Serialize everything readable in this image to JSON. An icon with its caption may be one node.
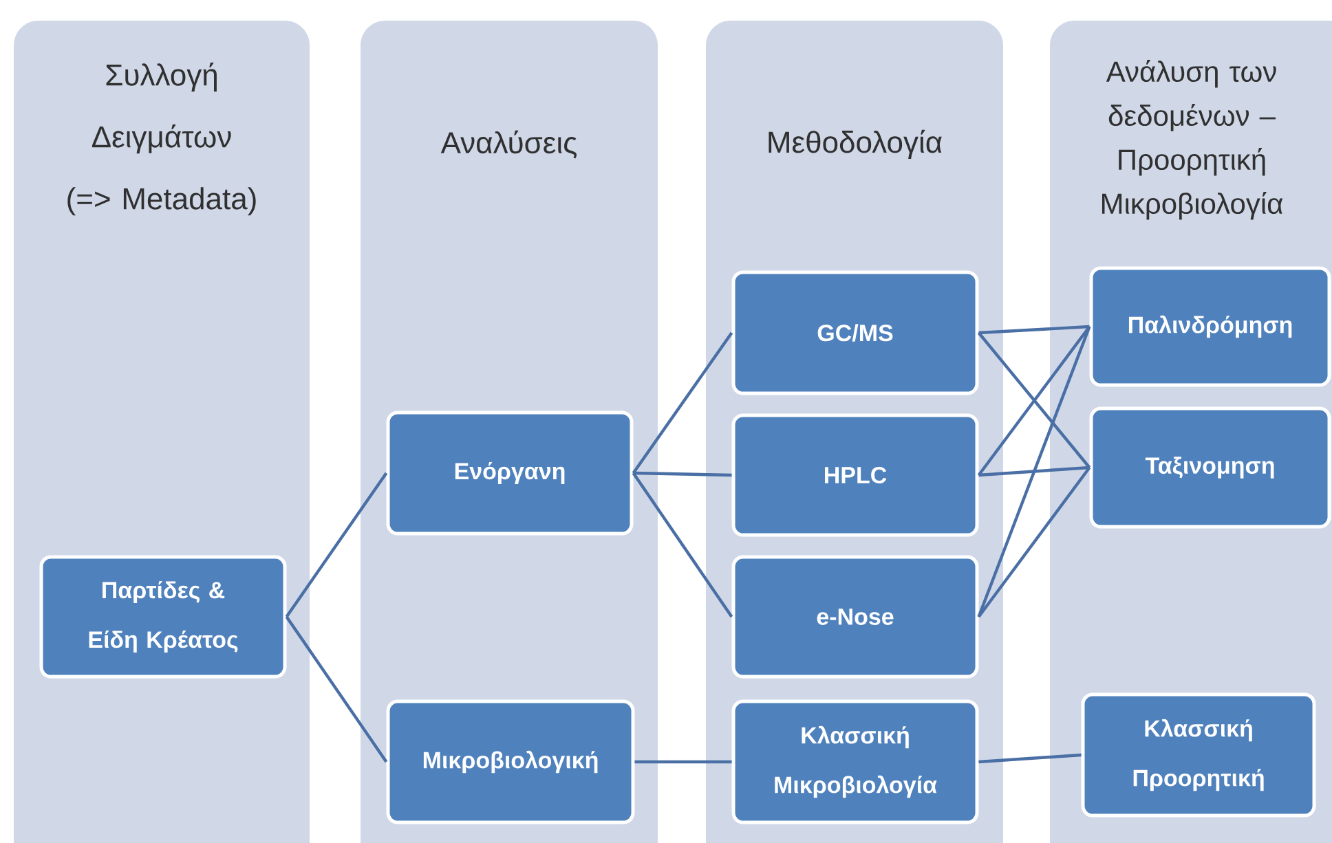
{
  "diagram": {
    "nodes": [
      {
        "text": [
          "Συλλογή Δειγμάτων (=> Metadata)"
        ]
      },
      {
        "text": [
          "Παρτίδες & Είδη Κρέατος"
        ],
        "in": 0
      },
      {
        "text": [
          "Αναλύσεις"
        ]
      },
      {
        "text": [
          "Ενόργανη"
        ],
        "in": 2
      },
      {
        "text": [
          "Μικροβιολογική"
        ],
        "in": 2
      },
      {
        "text": [
          "Μεθοδολογία"
        ]
      },
      {
        "text": [
          "GC/MS"
        ],
        "in": 5
      },
      {
        "text": [
          "HPLC"
        ],
        "in": 5
      },
      {
        "text": [
          "e-Nose"
        ],
        "in": 5
      },
      {
        "text": [
          "Κλασσική Μικροβιολογία"
        ],
        "in": 5
      },
      {
        "text": [
          "Ανάλυση των δεδομένων – Προορητική Μικροβιολογία"
        ]
      },
      {
        "text": [
          "Παλινδρόμηση"
        ],
        "in": 10
      },
      {
        "text": [
          "Ταξινομηση"
        ],
        "in": 10
      },
      {
        "text": [
          "Κλασσική Προορητική"
        ],
        "in": 10
      }
    ],
    "edges": [
      {
        "from": 1,
        "to": 3,
        "arrow": "none"
      },
      {
        "from": 1,
        "to": 4,
        "arrow": "none"
      },
      {
        "from": 3,
        "to": 6,
        "arrow": "none"
      },
      {
        "from": 3,
        "to": 7,
        "arrow": "none"
      },
      {
        "from": 3,
        "to": 8,
        "arrow": "none"
      },
      {
        "from": 4,
        "to": 9,
        "arrow": "none"
      },
      {
        "from": 6,
        "to": 11,
        "arrow": "none"
      },
      {
        "from": 6,
        "to": 12,
        "arrow": "none"
      },
      {
        "from": 7,
        "to": 11,
        "arrow": "none"
      },
      {
        "from": 7,
        "to": 12,
        "arrow": "none"
      },
      {
        "from": 8,
        "to": 11,
        "arrow": "none"
      },
      {
        "from": 8,
        "to": 12,
        "arrow": "none"
      },
      {
        "from": 9,
        "to": 13,
        "arrow": "none"
      }
    ]
  }
}
